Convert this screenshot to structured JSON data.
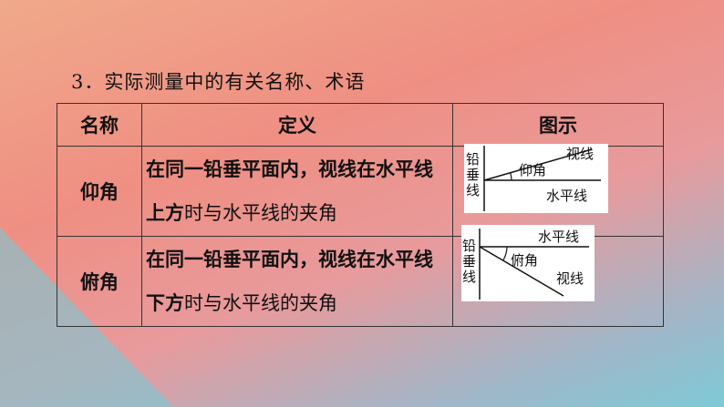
{
  "heading": "3．实际测量中的有关名称、术语",
  "table": {
    "headers": [
      "名称",
      "定义",
      "图示"
    ],
    "rows": [
      {
        "name": "仰角",
        "def_line1": "在同一铅垂平面内，视线在水平线",
        "def_line2_strong": "上方",
        "def_line2_rest": "时与水平线的夹角",
        "figure": {
          "plumb_label": [
            "铅",
            "垂",
            "线"
          ],
          "angle_label": "仰角",
          "sight_label": "视线",
          "horizontal_label": "水平线"
        }
      },
      {
        "name": "俯角",
        "def_line1": "在同一铅垂平面内，视线在水平线",
        "def_line2_strong": "下方",
        "def_line2_rest": "时与水平线的夹角",
        "figure": {
          "plumb_label": [
            "铅",
            "垂",
            "线"
          ],
          "angle_label": "俯角",
          "sight_label": "视线",
          "horizontal_label": "水平线"
        }
      }
    ]
  }
}
